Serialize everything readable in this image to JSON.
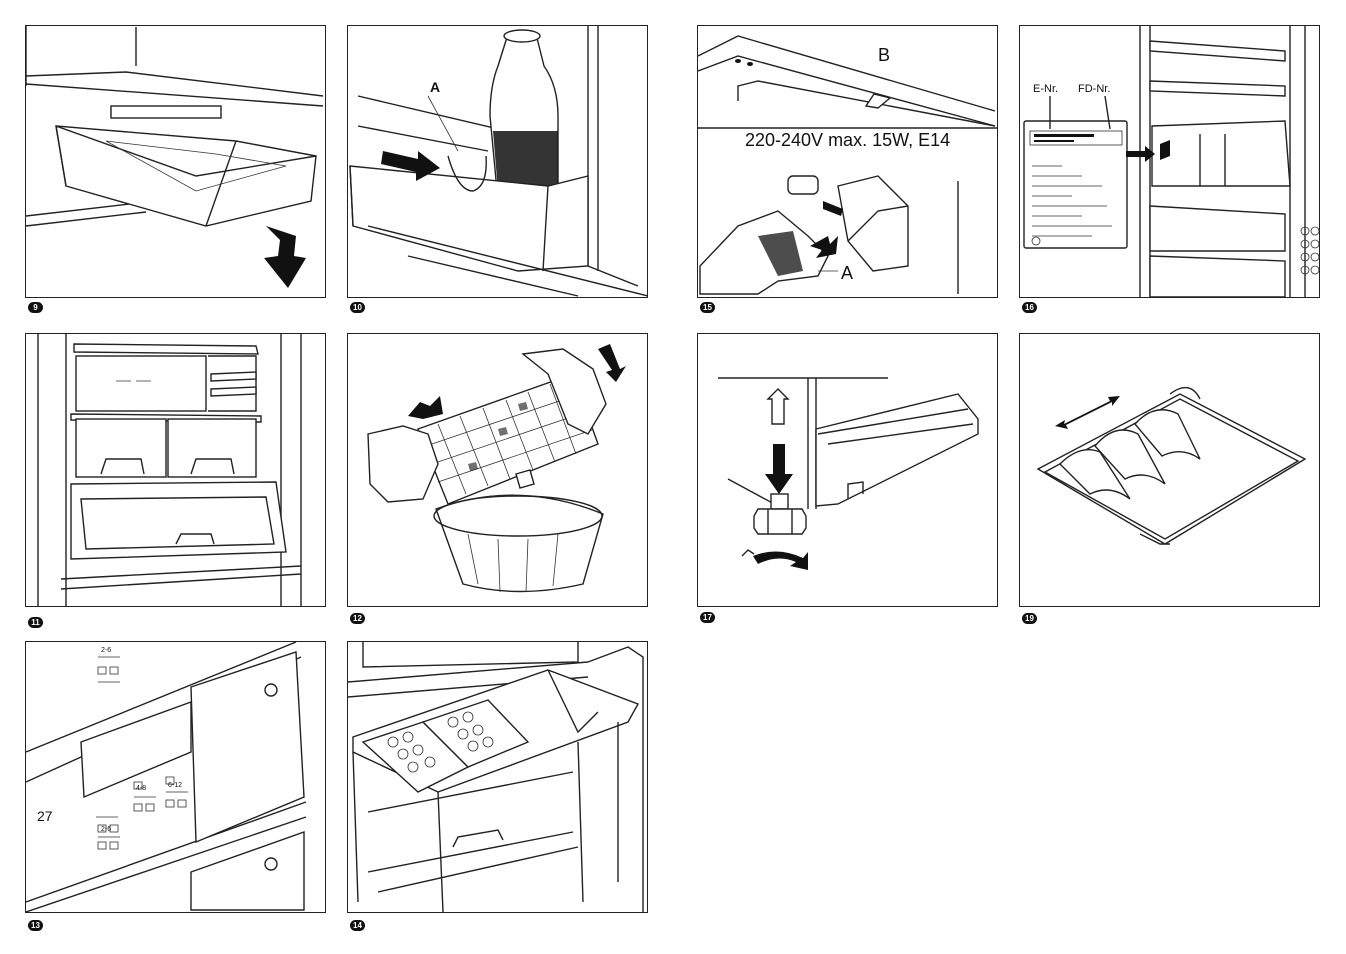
{
  "panels": [
    {
      "number": "9"
    },
    {
      "number": "10",
      "label_a": "A"
    },
    {
      "number": "15",
      "label_b": "B",
      "spec": "220-240V max. 15W, E14",
      "label_a": "A"
    },
    {
      "number": "16",
      "e_nr": "E-Nr.",
      "fd_nr": "FD-Nr."
    },
    {
      "number": "11"
    },
    {
      "number": "12"
    },
    {
      "number": "17"
    },
    {
      "number": "19"
    },
    {
      "number": "13",
      "page_number": "27",
      "control_labels": [
        "2-6",
        "4-8",
        "6-12",
        "2-6"
      ]
    },
    {
      "number": "14"
    }
  ]
}
